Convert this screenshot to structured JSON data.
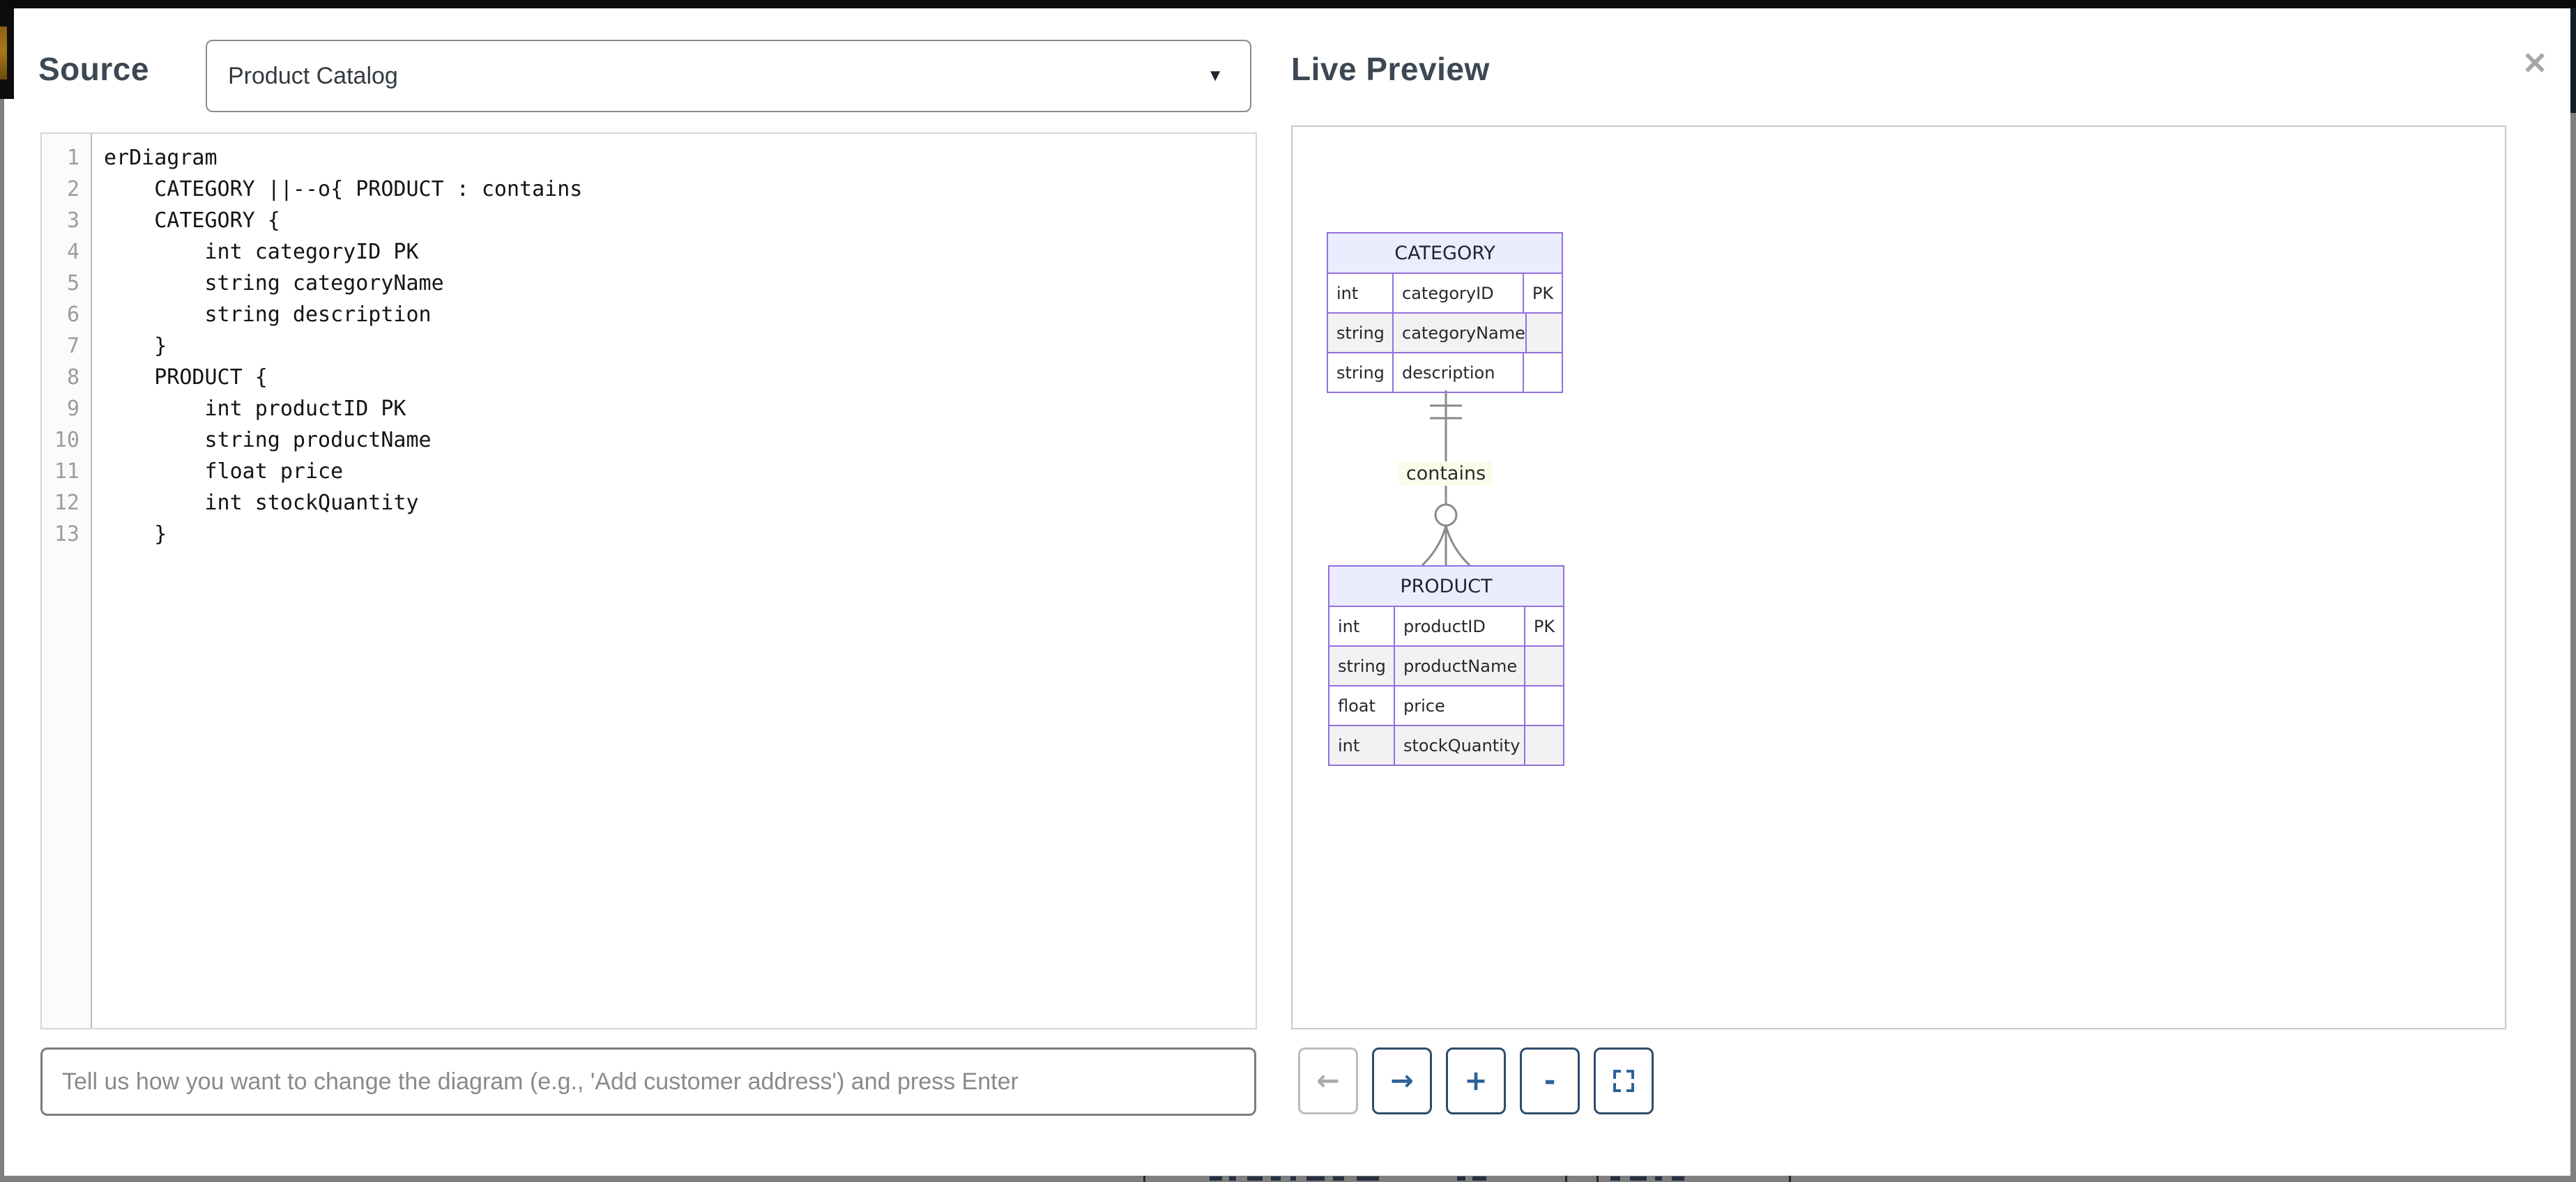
{
  "modal": {
    "close_icon": "✕"
  },
  "source_panel": {
    "title": "Source",
    "diagram_select": {
      "value": "Product Catalog",
      "caret_icon": "▼"
    },
    "code_lines": [
      "erDiagram",
      "    CATEGORY ||--o{ PRODUCT : contains",
      "    CATEGORY {",
      "        int categoryID PK",
      "        string categoryName",
      "        string description",
      "    }",
      "    PRODUCT {",
      "        int productID PK",
      "        string productName",
      "        float price",
      "        int stockQuantity",
      "    }"
    ],
    "prompt_input": {
      "value": "",
      "placeholder": "Tell us how you want to change the diagram (e.g., 'Add customer address') and press Enter"
    }
  },
  "preview_panel": {
    "title": "Live Preview",
    "diagram": {
      "type": "er-diagram",
      "relationship": {
        "from": "CATEGORY",
        "to": "PRODUCT",
        "label": "contains",
        "from_cardinality": "exactly-one (||)",
        "to_cardinality": "zero-or-many (o{)"
      },
      "entities": [
        {
          "name": "CATEGORY",
          "rows": [
            {
              "type": "int",
              "attr": "categoryID",
              "key": "PK"
            },
            {
              "type": "string",
              "attr": "categoryName",
              "key": ""
            },
            {
              "type": "string",
              "attr": "description",
              "key": ""
            }
          ]
        },
        {
          "name": "PRODUCT",
          "rows": [
            {
              "type": "int",
              "attr": "productID",
              "key": "PK"
            },
            {
              "type": "string",
              "attr": "productName",
              "key": ""
            },
            {
              "type": "float",
              "attr": "price",
              "key": ""
            },
            {
              "type": "int",
              "attr": "stockQuantity",
              "key": ""
            }
          ]
        }
      ]
    },
    "controls": [
      {
        "label": "back",
        "icon": "←",
        "disabled": true
      },
      {
        "label": "forward",
        "icon": "→",
        "disabled": false
      },
      {
        "label": "zoom-in",
        "icon": "+",
        "disabled": false
      },
      {
        "label": "zoom-out",
        "icon": "-",
        "disabled": false
      },
      {
        "label": "fullscreen",
        "icon": "fullscreen-brackets",
        "disabled": false
      }
    ]
  },
  "colors": {
    "entity_border": "#9370DB",
    "entity_header_fill": "#ECECFF",
    "entity_alt_row_fill": "#f2f2f2",
    "relationship_line": "#8a8a8a",
    "relationship_label_bg": "#fbfbea",
    "button_border": "#2e4d6b",
    "button_icon": "#2d6399",
    "heading_text": "#3c4853"
  }
}
